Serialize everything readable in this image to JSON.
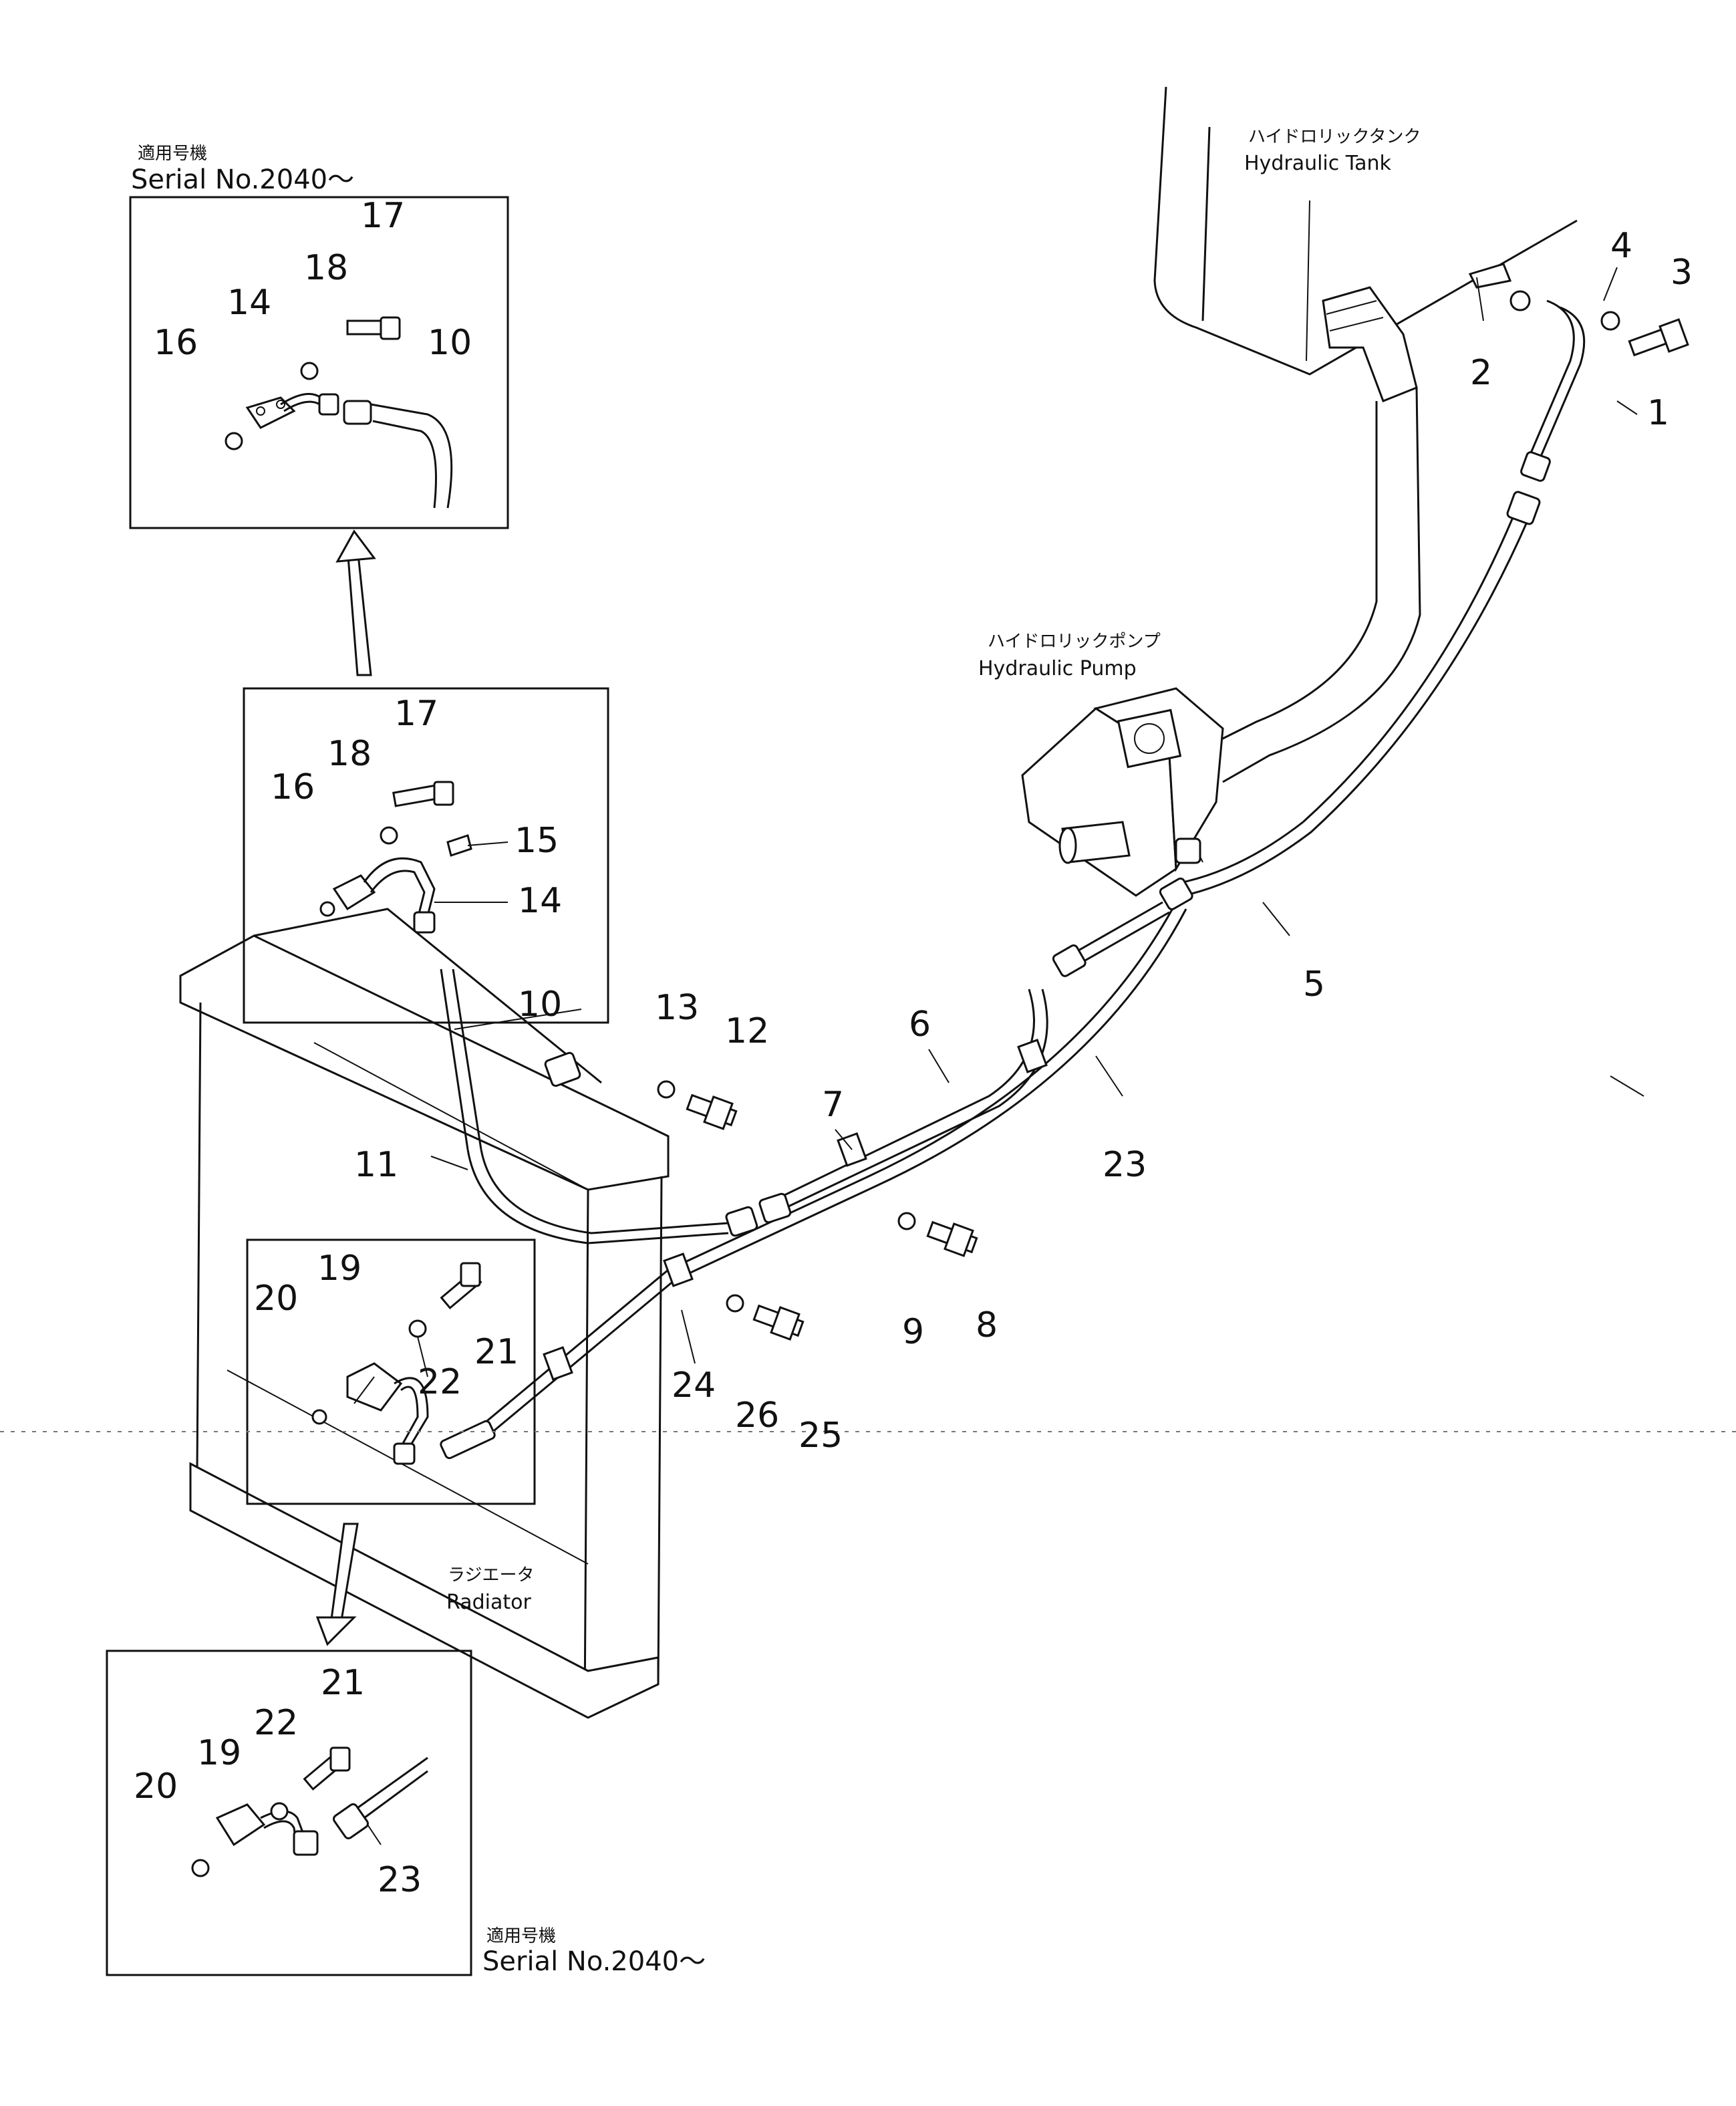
{
  "labels": {
    "serial_jp": "適用号機",
    "serial": "Serial  No.2040〜",
    "tank_jp": "ハイドロリックタンク",
    "tank_en": "Hydraulic  Tank",
    "pump_jp": "ハイドロリックポンプ",
    "pump_en": "Hydraulic  Pump",
    "radiator_jp": "ラジエータ",
    "radiator_en": "Radiator"
  },
  "parts": {
    "p1": "1",
    "p2": "2",
    "p3": "3",
    "p4": "4",
    "p5": "5",
    "p6": "6",
    "p7": "7",
    "p8": "8",
    "p9": "9",
    "p10": "10",
    "p11": "11",
    "p12": "12",
    "p13": "13",
    "p14": "14",
    "p15": "15",
    "p16": "16",
    "p17": "17",
    "p18": "18",
    "p19": "19",
    "p20": "20",
    "p21": "21",
    "p22": "22",
    "p23": "23",
    "p24": "24",
    "p25": "25",
    "p26": "26"
  }
}
